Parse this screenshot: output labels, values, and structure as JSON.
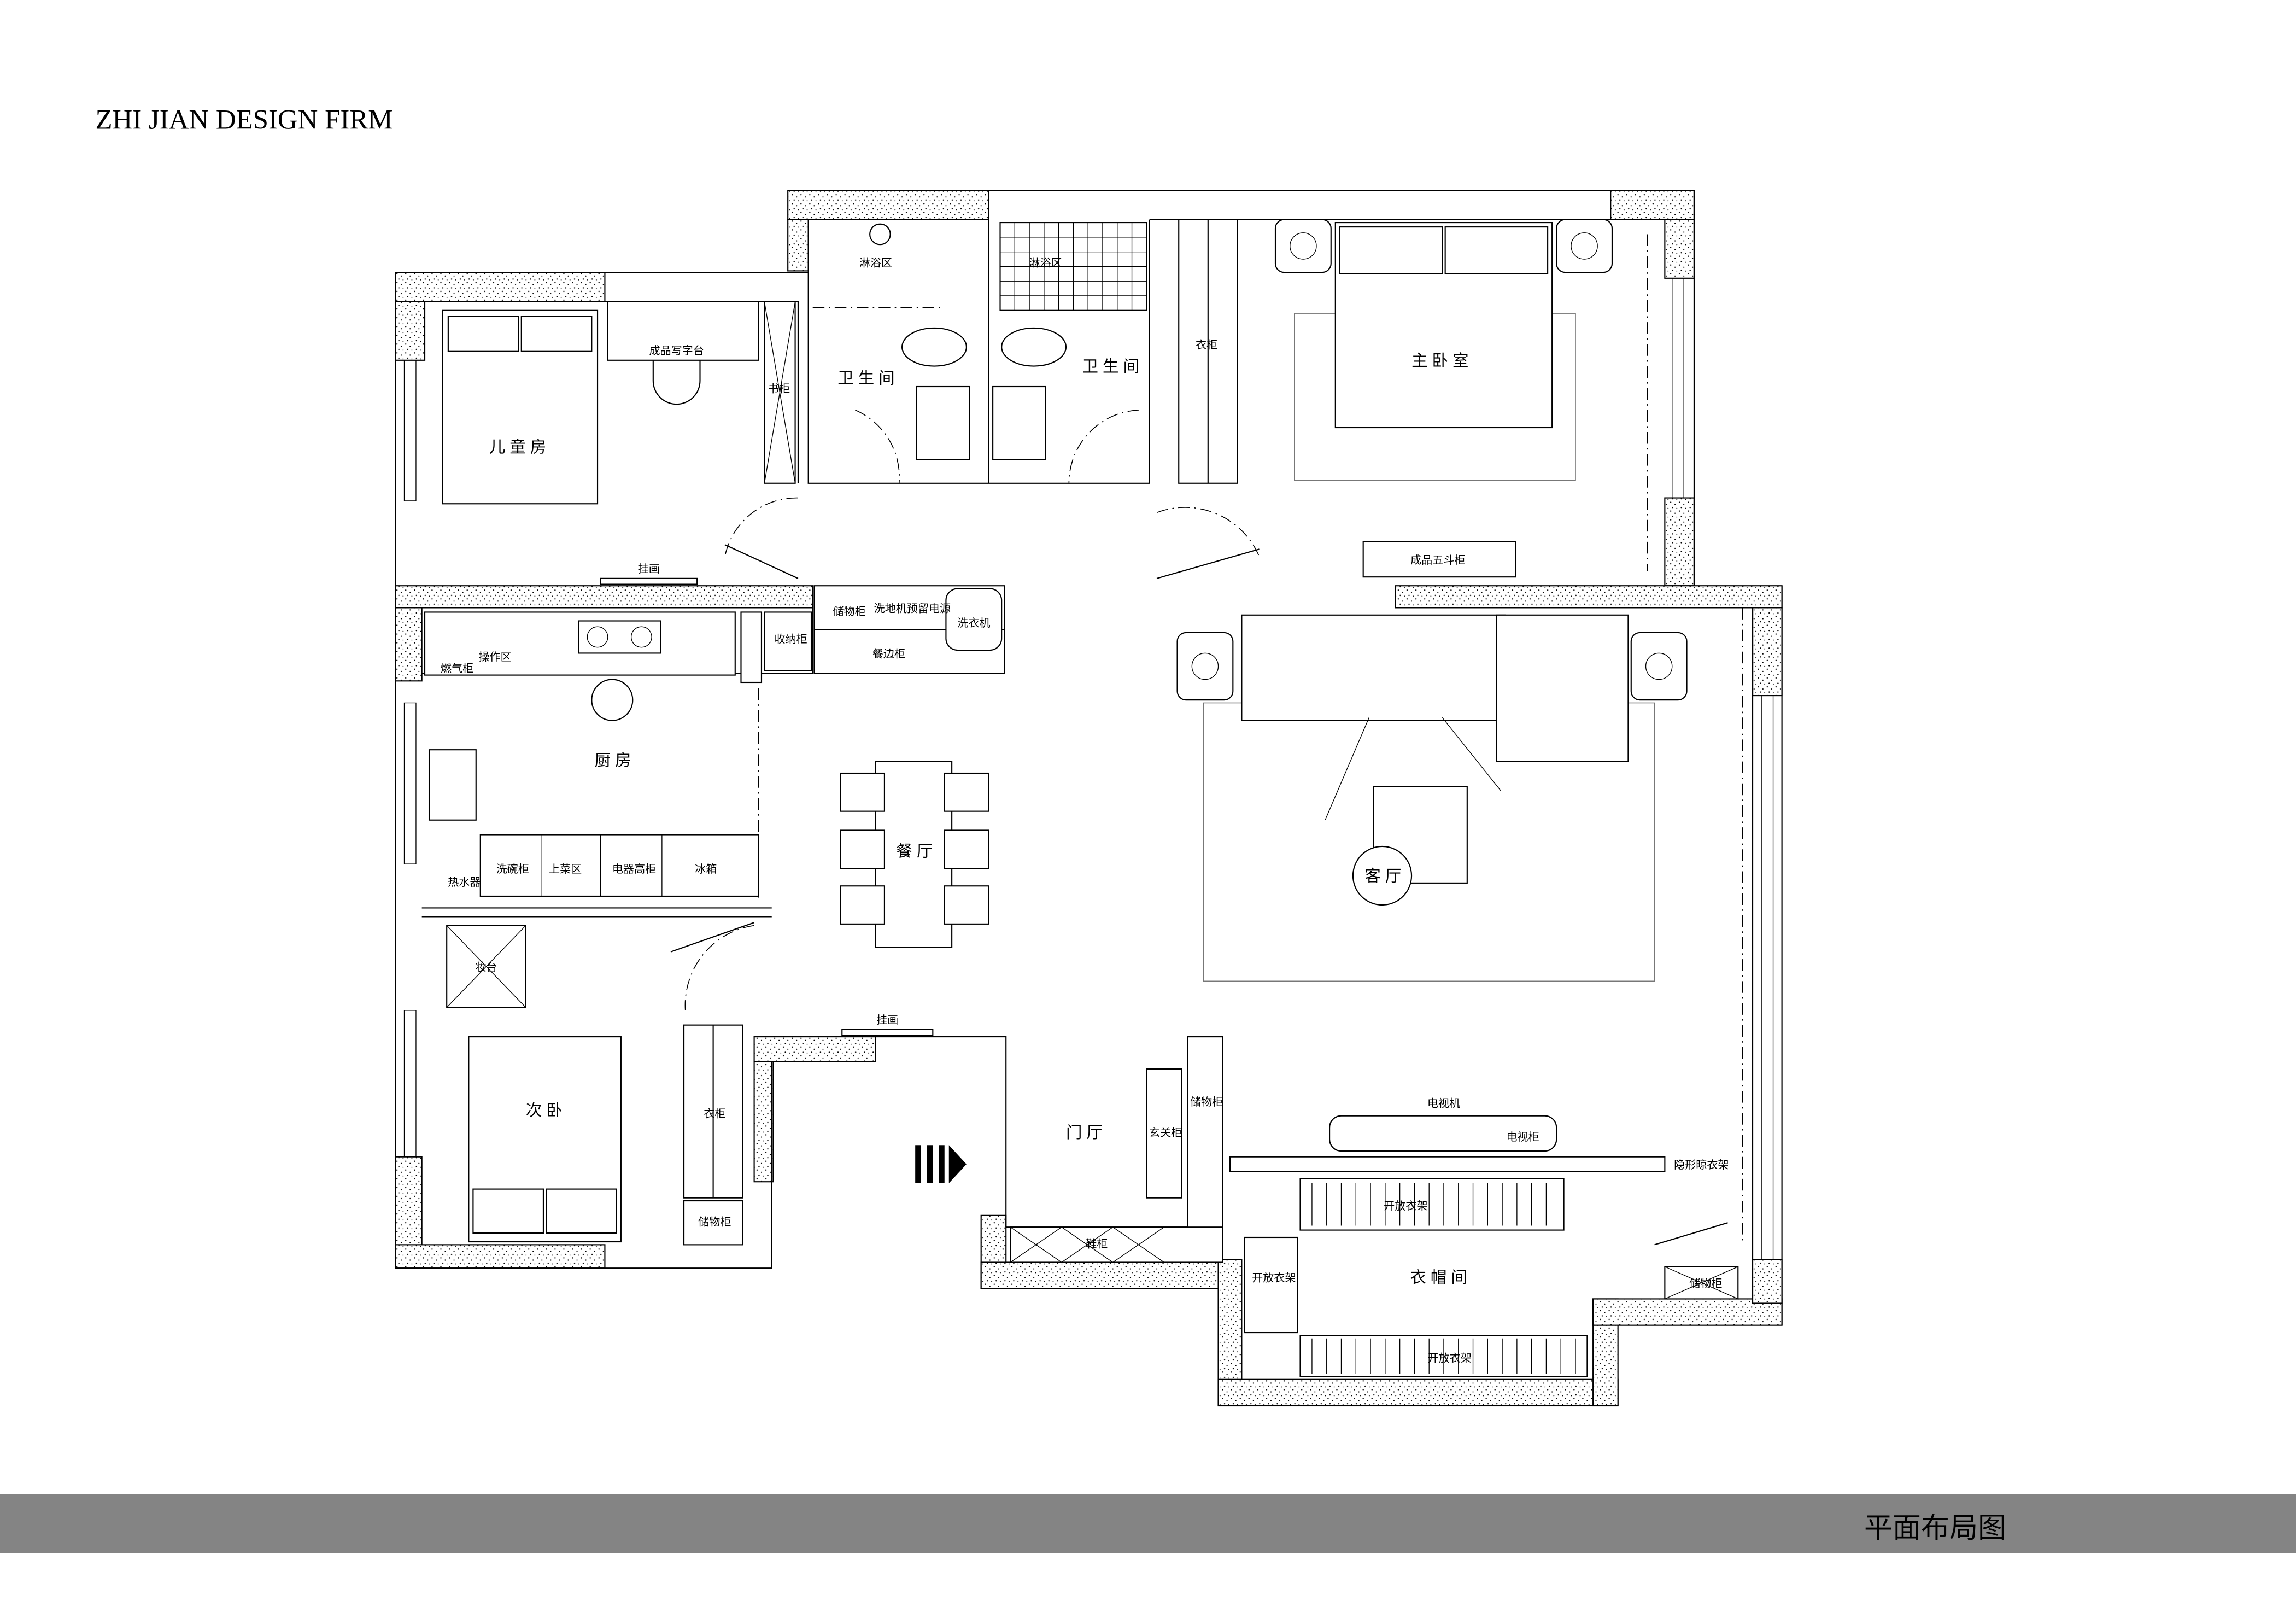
{
  "header": {
    "firm_name": "ZHI JIAN DESIGN FIRM"
  },
  "footer": {
    "title": "平面布局图",
    "bar_color": "#848484"
  },
  "rooms": {
    "kids_room": "儿童房",
    "bathroom_1": "卫生间",
    "bathroom_2": "卫生间",
    "master_bedroom": "主卧室",
    "kitchen": "厨房",
    "dining": "餐厅",
    "living": "客厅",
    "second_bedroom": "次卧",
    "foyer": "门厅",
    "cloakroom": "衣帽间"
  },
  "labels": {
    "shower_1": "淋浴区",
    "shower_2": "淋浴区",
    "desk": "成品写字台",
    "bookcase": "书柜",
    "master_wardrobe": "衣柜",
    "painting_1": "挂画",
    "dresser": "成品五斗柜",
    "storage_1": "储物柜",
    "floor_washer": "洗地机预留电源",
    "washer": "洗衣机",
    "storage_cabinet": "收纳柜",
    "sideboard": "餐边柜",
    "work_area": "操作区",
    "gas_cabinet": "燃气柜",
    "dishwasher": "洗碗柜",
    "serving_area": "上菜区",
    "appliance_tall": "电器高柜",
    "fridge": "冰箱",
    "water_heater": "热水器",
    "vanity": "妆台",
    "second_wardrobe": "衣柜",
    "storage_2": "储物柜",
    "painting_2": "挂画",
    "entry_cabinet": "玄关柜",
    "storage_3": "储物柜",
    "shoe_cabinet": "鞋柜",
    "tv": "电视机",
    "tv_cabinet": "电视柜",
    "hidden_rack": "隐形晾衣架",
    "open_rack_1": "开放衣架",
    "open_rack_2": "开放衣架",
    "open_rack_3": "开放衣架",
    "storage_4": "储物柜"
  }
}
